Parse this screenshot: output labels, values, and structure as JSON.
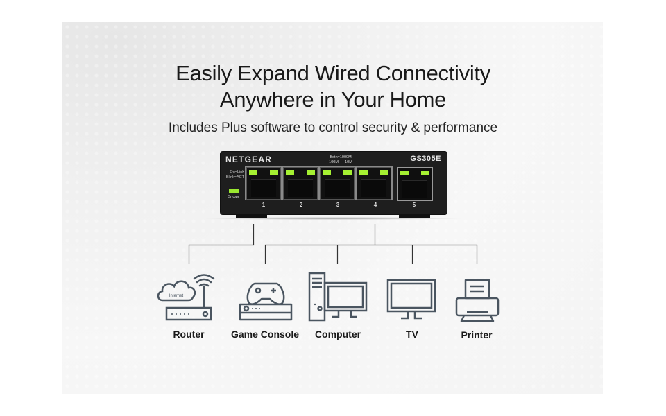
{
  "headline": {
    "line1": "Easily Expand Wired Connectivity",
    "line2": "Anywhere in Your Home",
    "subtitle": "Includes Plus software to control security & performance"
  },
  "switch": {
    "brand": "NETGEAR",
    "model": "GS305E",
    "speed_legend_line1": "Both=1000M",
    "speed_legend_line2": "100M      10M",
    "led_legend_line1": "On=Link",
    "led_legend_line2": "Blink=ACT",
    "power_label": "Power",
    "ports": [
      "1",
      "2",
      "3",
      "4",
      "5"
    ],
    "led_color": "#a5f032"
  },
  "devices": [
    {
      "label": "Router",
      "icon": "router-icon",
      "inner_text": "Internet"
    },
    {
      "label": "Game Console",
      "icon": "game-console-icon"
    },
    {
      "label": "Computer",
      "icon": "computer-icon"
    },
    {
      "label": "TV",
      "icon": "tv-icon"
    },
    {
      "label": "Printer",
      "icon": "printer-icon"
    }
  ],
  "colors": {
    "icon_stroke": "#4a5560",
    "line": "#333333",
    "text": "#1a1a1a"
  }
}
